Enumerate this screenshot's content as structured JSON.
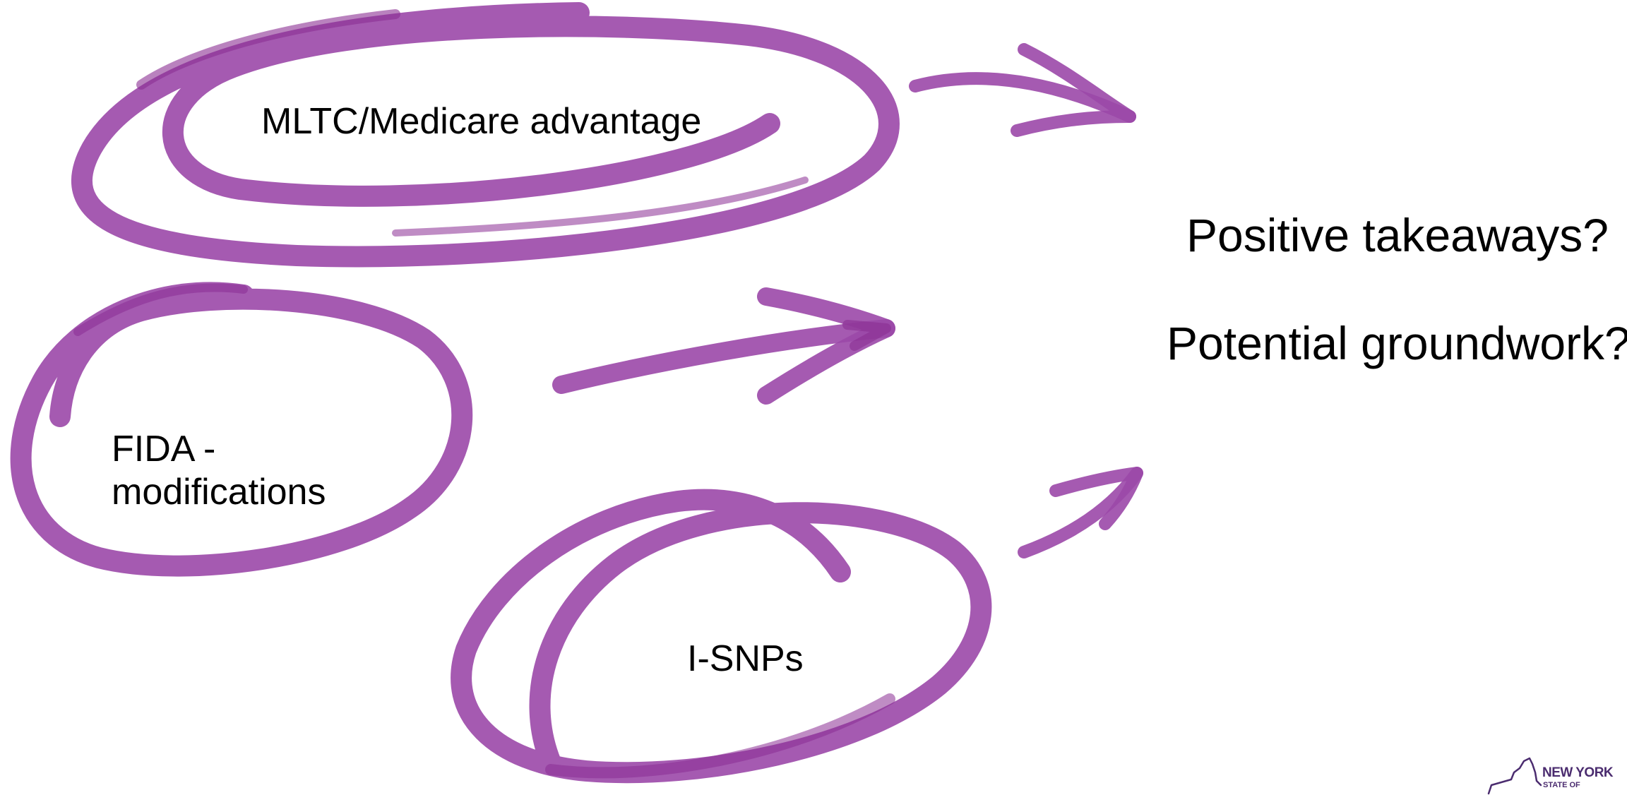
{
  "colors": {
    "stroke": "#9b48a8",
    "stroke_dark": "#8b2e93",
    "text": "#000000",
    "logo": "#4b2c6f",
    "background": "#ffffff"
  },
  "items": {
    "mltc": "MLTC/Medicare advantage",
    "fida_line1": "FIDA -",
    "fida_line2": "modifications",
    "isnps": "I-SNPs"
  },
  "questions": {
    "q1": "Positive takeaways?",
    "q2": "Potential groundwork?"
  },
  "logo": {
    "line1": "NEW YORK",
    "line2": "STATE OF",
    "icon": "new-york-state-outline-icon"
  }
}
